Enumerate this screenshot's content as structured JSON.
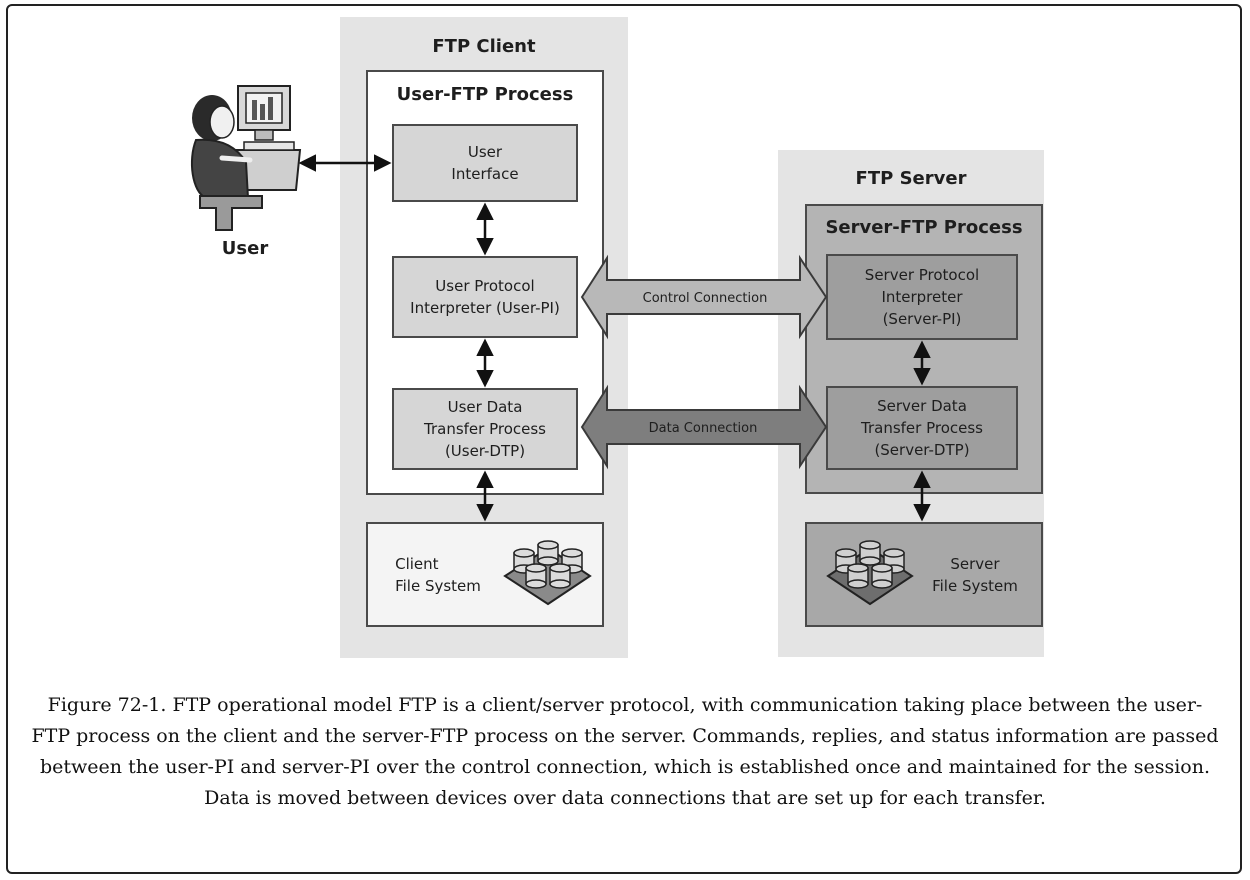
{
  "client": {
    "panel_title": "FTP Client",
    "process_title": "User-FTP Process",
    "boxes": [
      "User\nInterface",
      "User Protocol\nInterpreter (User-PI)",
      "User Data\nTransfer Process\n(User-DTP)"
    ],
    "file_system": "Client\nFile System"
  },
  "server": {
    "panel_title": "FTP Server",
    "process_title": "Server-FTP Process",
    "boxes": [
      "Server Protocol\nInterpreter\n(Server-PI)",
      "Server Data\nTransfer Process\n(Server-DTP)"
    ],
    "file_system": "Server\nFile System"
  },
  "user_label": "User",
  "connections": {
    "control": "Control Connection",
    "data": "Data Connection"
  },
  "caption": "Figure 72-1. FTP operational model FTP is a client/server protocol, with communication taking place between the user-FTP process on the client and the server-FTP process on the server. Commands, replies, and status information are passed between the user-PI and server-PI over the control connection, which is established once and maintained for the session. Data is moved between devices over data connections that are set up for each transfer."
}
